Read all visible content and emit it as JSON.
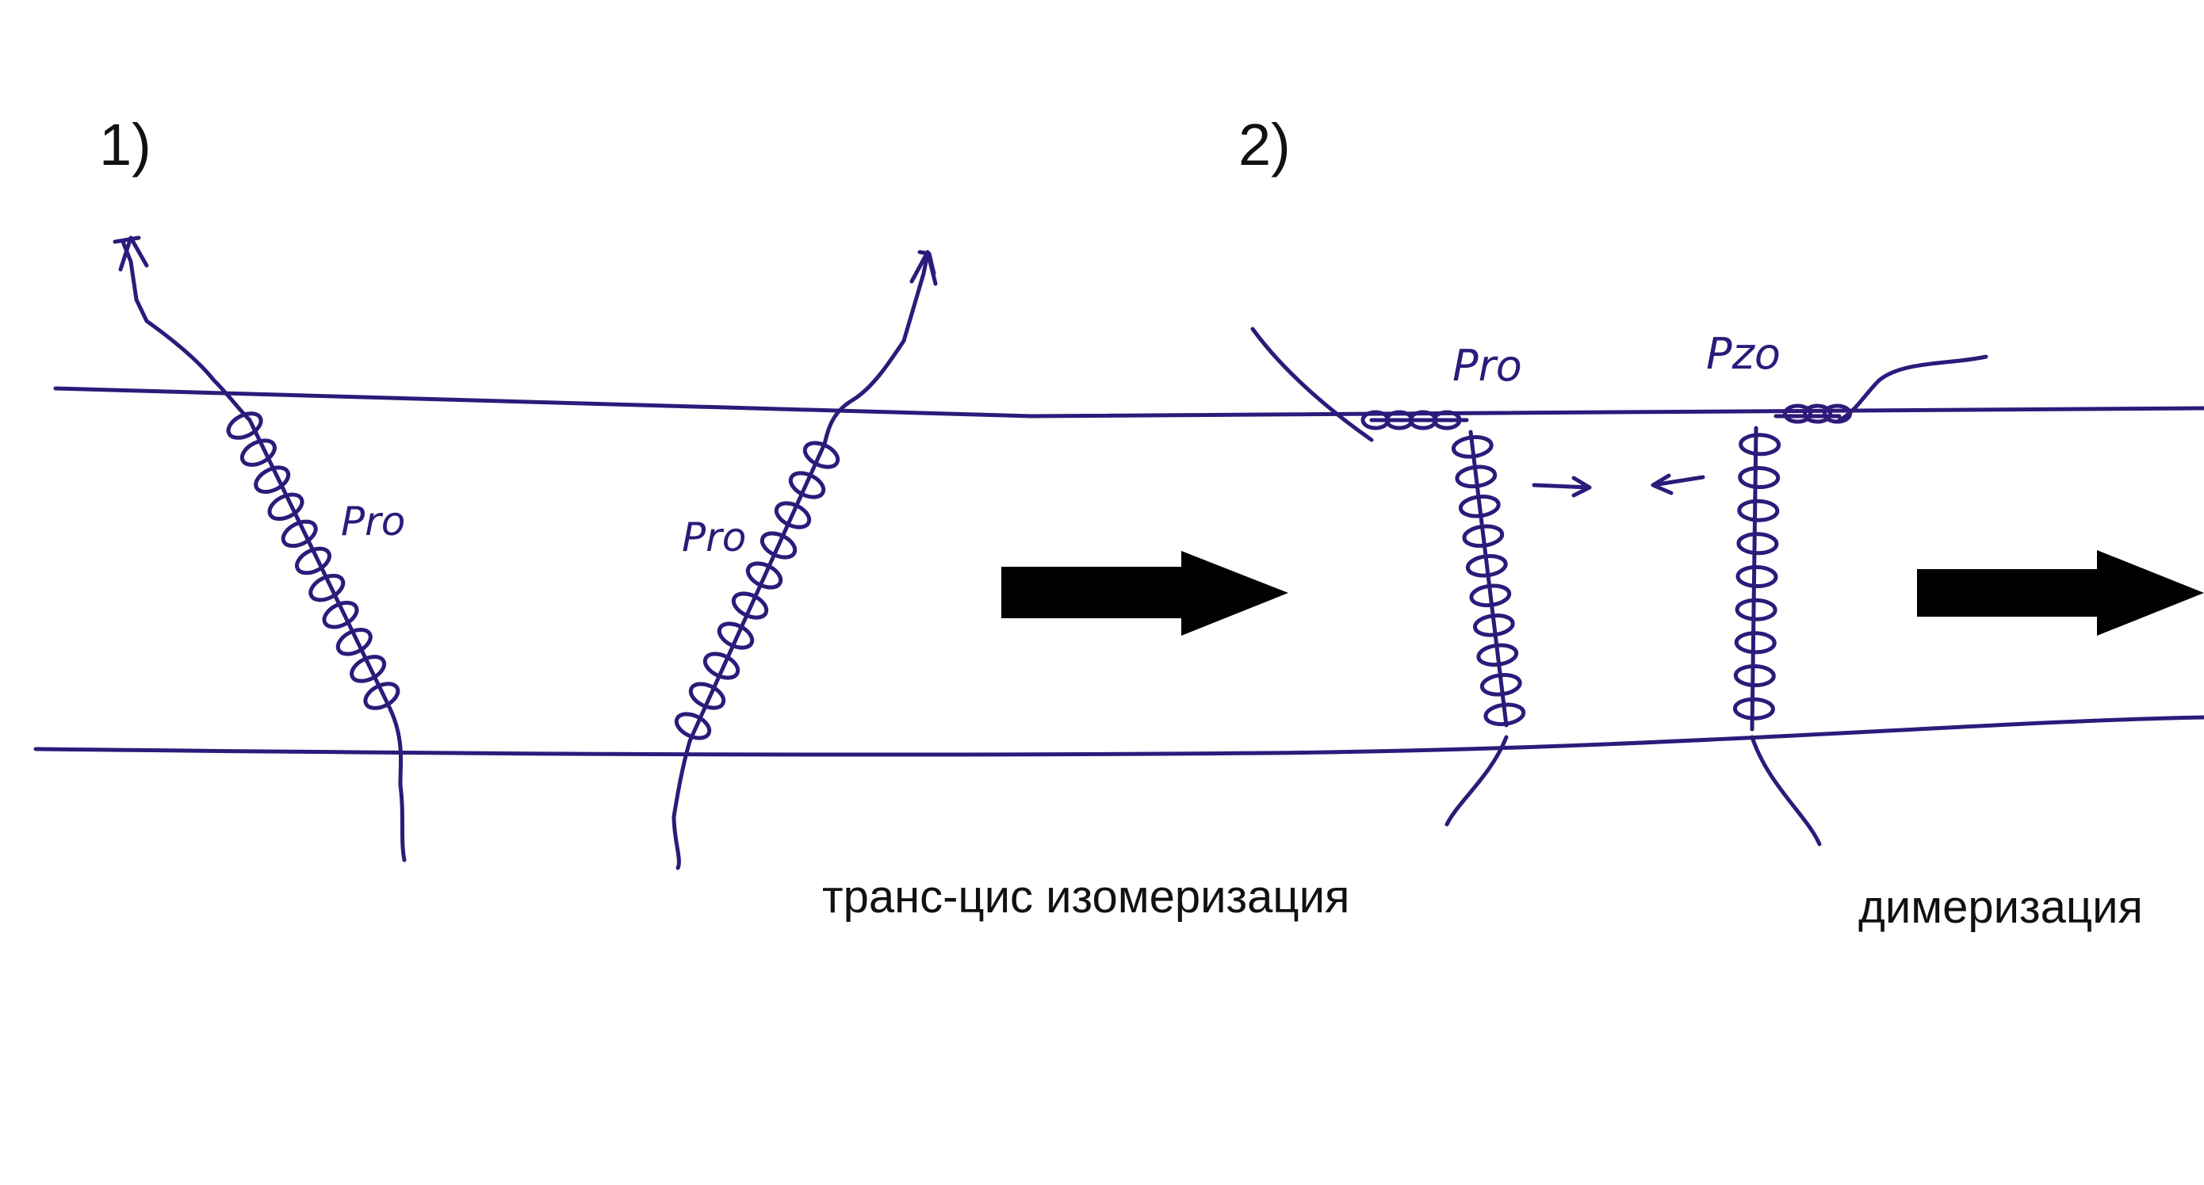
{
  "panels": {
    "panel1_label": "1)",
    "panel2_label": "2)"
  },
  "helices": {
    "label_a": "Pro",
    "label_b": "Pro",
    "label_c": "Pro",
    "label_d": "Pzo"
  },
  "captions": {
    "step1": "транс-цис изомеризация",
    "step2": "димеризация"
  },
  "colors": {
    "ink": "#2d1a7a",
    "arrow_fill": "#000000",
    "text": "#111111"
  }
}
